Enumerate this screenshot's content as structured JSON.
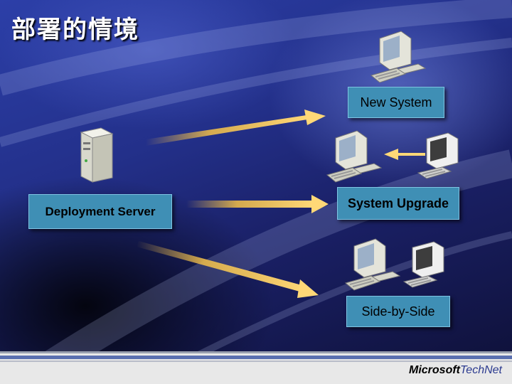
{
  "slide": {
    "title": "部署的情境",
    "deployment_server": "Deployment Server",
    "new_system": "New System",
    "system_upgrade": "System Upgrade",
    "side_by_side": "Side-by-Side"
  },
  "logo": {
    "brand": "Microsoft",
    "product": "TechNet"
  },
  "colors": {
    "box": "#3f8fb5",
    "box_border": "#7fc4e4",
    "arrow": "#e8b84a",
    "background": "#23308a"
  }
}
